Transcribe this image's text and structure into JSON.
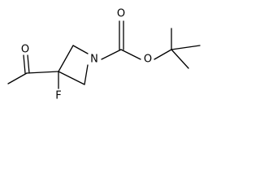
{
  "molecule": {
    "atoms": {
      "n1": "N",
      "o_carbonyl_acetyl": "O",
      "f": "F",
      "o_carbonyl_ester": "O",
      "o_ester": "O"
    }
  },
  "colors": {
    "bond": "#000000",
    "label": "#000000",
    "background": "#ffffff"
  }
}
